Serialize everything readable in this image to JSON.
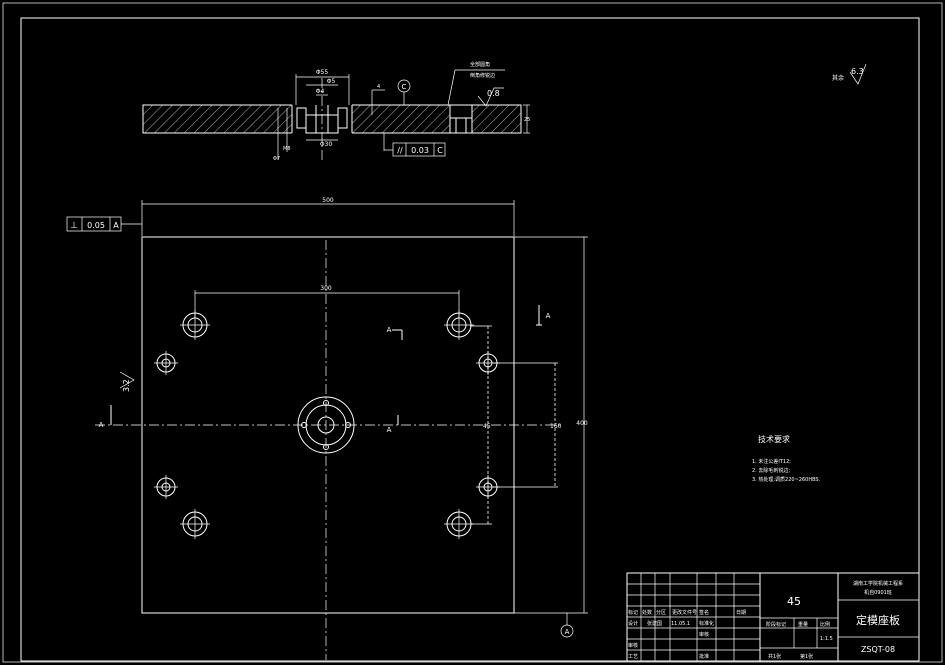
{
  "section_view": {
    "dims": {
      "d1": "Φ55",
      "d2": "Φ5",
      "d3": "Φ4",
      "d4": "Φ30",
      "d5": "4",
      "d6": "Φ7",
      "d7": "M8",
      "right_h": "25"
    },
    "note_top": "全部圆角",
    "note_sub": "倒角修锐边",
    "roughness_small": "0.8",
    "datum_c": "C",
    "parallel_value": "0.03",
    "parallel_datum": "C"
  },
  "plan_view": {
    "width_dim": "500",
    "height_dim": "400",
    "hole_span_top": "300",
    "hole_span_right": "160",
    "side_small_dim": "45",
    "section_label_a": "A",
    "datum_bottom": "A",
    "perp_value": "0.05",
    "perp_datum": "A",
    "roughness_side": "3.2"
  },
  "roughness_general": {
    "prefix": "其余",
    "value": "6.3"
  },
  "tech_requirements": {
    "title": "技术要求",
    "items": [
      "1. 未注公差IT12;",
      "2. 去除毛刺锐边;",
      "3. 热处理:调质220~260HBS."
    ]
  },
  "title_block": {
    "school_line1": "湖南工学院机械工程系",
    "school_line2": "机自0901班",
    "material": "45",
    "drawing_name": "定模座板",
    "drawing_no": "ZSQT-08",
    "row_labels": [
      "标记",
      "处数",
      "分区",
      "更改文件号",
      "签名",
      "日期"
    ],
    "design_label": "设计",
    "designer": "张建国",
    "date": "11.05.1",
    "std_label": "标准化",
    "review_label": "审核",
    "process_label": "工艺",
    "approve_label": "批准",
    "stage_label": "阶段标记",
    "weight_label": "重量",
    "scale_label": "比例",
    "scale_value": "1:1.5",
    "sheets_total": "共1张",
    "sheet_no": "第1张"
  }
}
